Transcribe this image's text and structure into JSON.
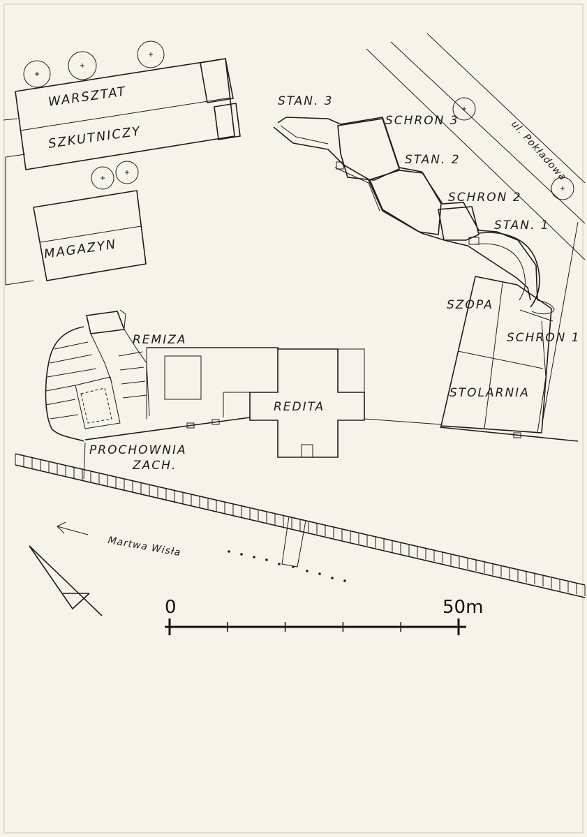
{
  "labels": {
    "warsztat": "WARSZTAT",
    "szkutniczy": "SZKUTNICZY",
    "magazyn": "MAGAZYN",
    "stan3": "STAN. 3",
    "schron3": "SCHRON 3",
    "stan2": "STAN. 2",
    "schron2": "SCHRON 2",
    "stan1": "STAN. 1",
    "street": "ul. Pokładowa",
    "szopa": "SZOPA",
    "schron1": "SCHRON 1",
    "stolarnia": "STOLARNIA",
    "remiza": "REMIZA",
    "redita": "REDITA",
    "prochownia": "PROCHOWNIA",
    "zach": "ZACH.",
    "river": "Martwa  Wisła"
  },
  "scale_bar": {
    "start_label": "0",
    "end_label": "50m",
    "length_m": 50,
    "subdivisions": 5
  },
  "icons": [
    "tree-icon",
    "north-arrow-icon",
    "flow-arrow-icon"
  ]
}
